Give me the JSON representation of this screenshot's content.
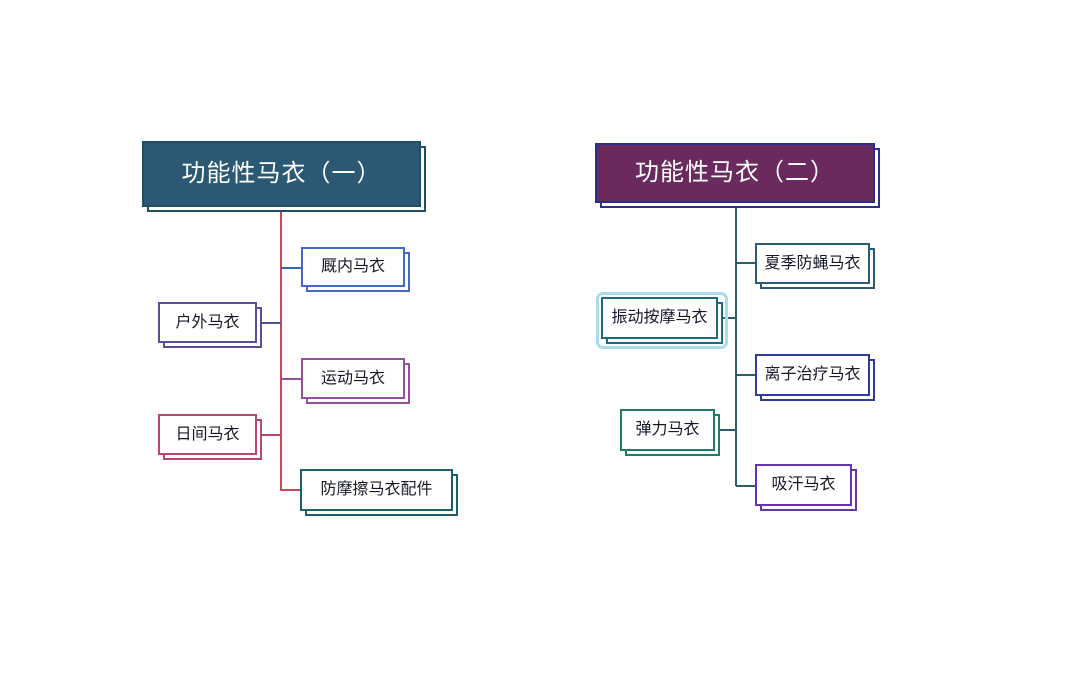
{
  "canvas": {
    "background": "#ffffff"
  },
  "maps": [
    {
      "root": {
        "label": "功能性马衣（一）",
        "fill": "#2B5873",
        "border": "#1F4E66",
        "text_color": "#FFFFFF"
      },
      "trunk_color": "#C64955",
      "children": [
        {
          "label": "厩内马衣",
          "side": "right",
          "color": "#4468C8",
          "stub_color": "#3366BB",
          "selected": false
        },
        {
          "label": "户外马衣",
          "side": "left",
          "color": "#55509E",
          "stub_color": "#55509E",
          "selected": false
        },
        {
          "label": "运动马衣",
          "side": "right",
          "color": "#95519E",
          "stub_color": "#95519E",
          "selected": false
        },
        {
          "label": "日间马衣",
          "side": "left",
          "color": "#B94870",
          "stub_color": "#B94870",
          "selected": false
        },
        {
          "label": "防摩擦马衣配件",
          "side": "right",
          "color": "#1C6070",
          "stub_color": "#C64955",
          "selected": false
        }
      ]
    },
    {
      "root": {
        "label": "功能性马衣（二）",
        "fill": "#6B2A5E",
        "border": "#2A2E8C",
        "text_color": "#FFFFFF"
      },
      "trunk_color": "#2E5C6E",
      "children": [
        {
          "label": "夏季防蝇马衣",
          "side": "right",
          "color": "#2C5A74",
          "stub_color": "#2E5C6E",
          "selected": false
        },
        {
          "label": "振动按摩马衣",
          "side": "left",
          "color": "#1D6A7A",
          "stub_color": "#2E5C6E",
          "selected": true,
          "halo_color": "#A9DCEC"
        },
        {
          "label": "离子治疗马衣",
          "side": "right",
          "color": "#2F3D96",
          "stub_color": "#2E5C6E",
          "selected": false
        },
        {
          "label": "弹力马衣",
          "side": "left",
          "color": "#217A68",
          "stub_color": "#2E5C6E",
          "selected": false
        },
        {
          "label": "吸汗马衣",
          "side": "right",
          "color": "#6633AA",
          "stub_color": "#2E5C6E",
          "selected": false
        }
      ]
    }
  ]
}
